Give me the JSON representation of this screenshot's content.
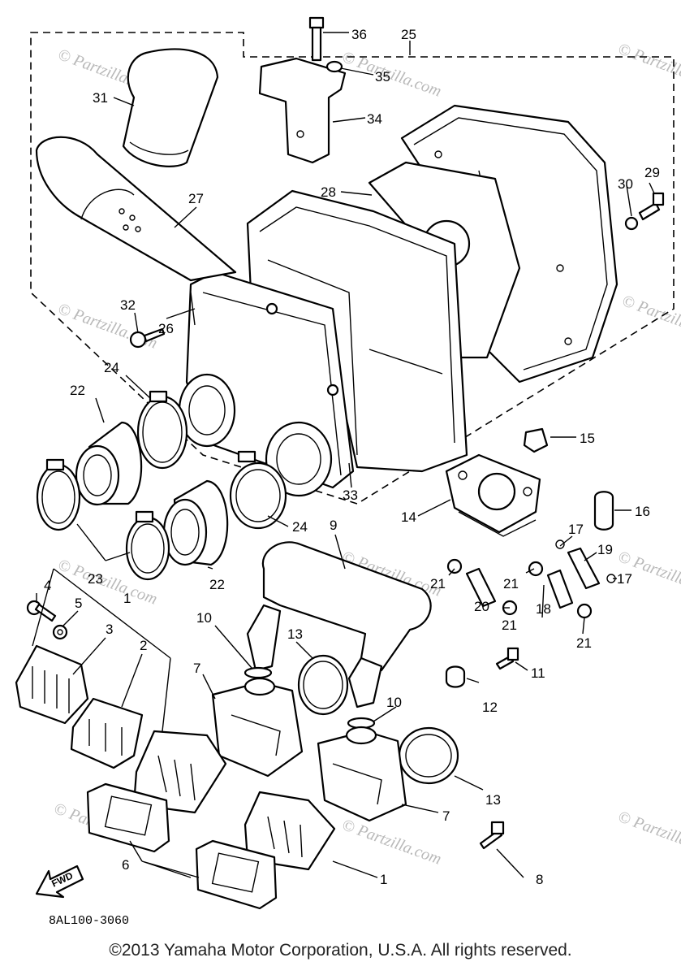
{
  "callouts": [
    {
      "id": "36",
      "text": "36"
    },
    {
      "id": "25",
      "text": "25"
    },
    {
      "id": "35",
      "text": "35"
    },
    {
      "id": "34",
      "text": "34"
    },
    {
      "id": "31",
      "text": "31"
    },
    {
      "id": "27",
      "text": "27"
    },
    {
      "id": "28",
      "text": "28"
    },
    {
      "id": "30",
      "text": "30"
    },
    {
      "id": "29",
      "text": "29"
    },
    {
      "id": "32",
      "text": "32"
    },
    {
      "id": "26",
      "text": "26"
    },
    {
      "id": "24a",
      "text": "24"
    },
    {
      "id": "22a",
      "text": "22"
    },
    {
      "id": "15",
      "text": "15"
    },
    {
      "id": "33",
      "text": "33"
    },
    {
      "id": "24b",
      "text": "24"
    },
    {
      "id": "14",
      "text": "14"
    },
    {
      "id": "16",
      "text": "16"
    },
    {
      "id": "9",
      "text": "9"
    },
    {
      "id": "17a",
      "text": "17"
    },
    {
      "id": "19",
      "text": "19"
    },
    {
      "id": "23",
      "text": "23"
    },
    {
      "id": "22b",
      "text": "22"
    },
    {
      "id": "21a",
      "text": "21"
    },
    {
      "id": "21b",
      "text": "21"
    },
    {
      "id": "17b",
      "text": "17"
    },
    {
      "id": "4",
      "text": "4"
    },
    {
      "id": "1a",
      "text": "1"
    },
    {
      "id": "20",
      "text": "20"
    },
    {
      "id": "18",
      "text": "18"
    },
    {
      "id": "5",
      "text": "5"
    },
    {
      "id": "21c",
      "text": "21"
    },
    {
      "id": "21d",
      "text": "21"
    },
    {
      "id": "3",
      "text": "3"
    },
    {
      "id": "10a",
      "text": "10"
    },
    {
      "id": "13a",
      "text": "13"
    },
    {
      "id": "2",
      "text": "2"
    },
    {
      "id": "11",
      "text": "11"
    },
    {
      "id": "7a",
      "text": "7"
    },
    {
      "id": "12",
      "text": "12"
    },
    {
      "id": "10b",
      "text": "10"
    },
    {
      "id": "13b",
      "text": "13"
    },
    {
      "id": "7b",
      "text": "7"
    },
    {
      "id": "6",
      "text": "6"
    },
    {
      "id": "8",
      "text": "8"
    },
    {
      "id": "1b",
      "text": "1"
    }
  ],
  "watermark": "© Partzilla.com",
  "direction_arrow": "FWD",
  "diagram_code": "8AL100-3060",
  "copyright": "©2013  Yamaha Motor Corporation, U.S.A. All rights reserved."
}
